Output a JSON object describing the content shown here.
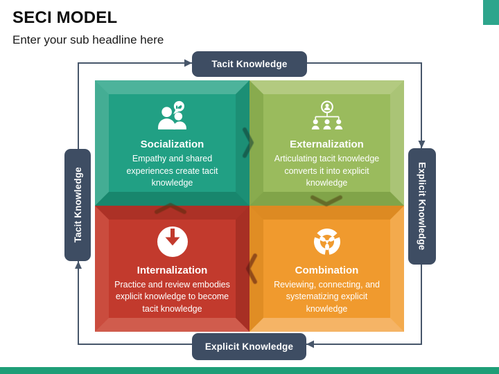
{
  "slide": {
    "title": "SECI MODEL",
    "subtitle": "Enter your sub headline here"
  },
  "flow_labels": {
    "top": "Tacit Knowledge",
    "left": "Tacit Knowledge",
    "right": "Explicit Knowledge",
    "bottom": "Explicit Knowledge"
  },
  "quadrants": [
    {
      "id": "socialization",
      "title": "Socialization",
      "description": "Empathy and shared experiences create tacit knowledge",
      "color": "#21a084",
      "icon": "people-thumbs-up-icon"
    },
    {
      "id": "externalization",
      "title": "Externalization",
      "description": "Articulating tacit knowledge converts it into explicit knowledge",
      "color": "#9abb5d",
      "icon": "hierarchy-people-icon"
    },
    {
      "id": "internalization",
      "title": "Internalization",
      "description": "Practice and review embodies explicit knowledge to become tacit knowledge",
      "color": "#c23a2d",
      "icon": "arrow-down-circle-icon"
    },
    {
      "id": "combination",
      "title": "Combination",
      "description": "Reviewing, connecting, and systematizing explicit knowledge",
      "color": "#f09a2e",
      "icon": "fan-blades-icon"
    }
  ],
  "colors": {
    "accent_teal": "#1e9e77",
    "corner_accent": "#2ea58c",
    "label_slate": "#3e4d63",
    "arrow_line": "#47566a"
  }
}
